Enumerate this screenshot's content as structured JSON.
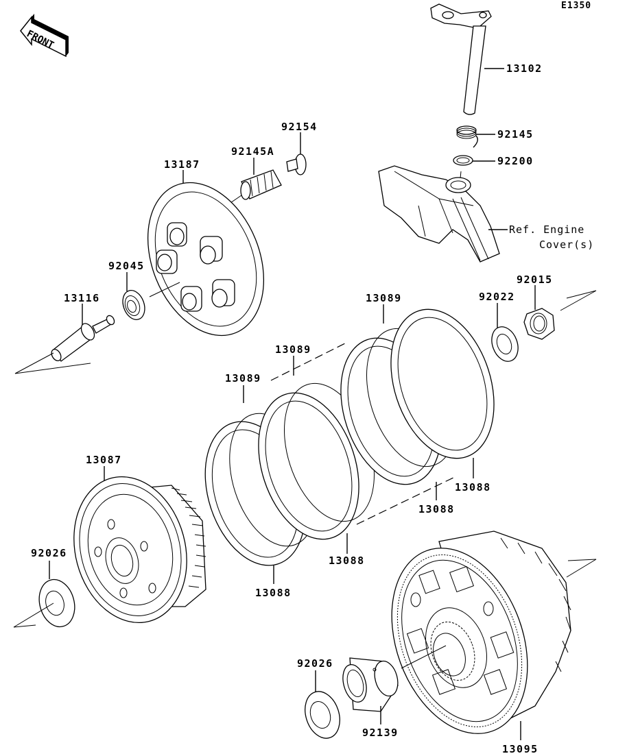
{
  "diagram": {
    "code": "E1350",
    "front_arrow": "FRONT",
    "reference_note": [
      "Ref. Engine",
      "Cover(s)"
    ],
    "parts": [
      {
        "id": "13102",
        "name": "clutch-release-shaft"
      },
      {
        "id": "92145",
        "name": "release-spring"
      },
      {
        "id": "92200",
        "name": "washer"
      },
      {
        "id": "92154",
        "name": "bolt"
      },
      {
        "id": "92145A",
        "name": "clutch-spring"
      },
      {
        "id": "13187",
        "name": "pressure-plate"
      },
      {
        "id": "92045",
        "name": "ball-bearing"
      },
      {
        "id": "13116",
        "name": "pushrod"
      },
      {
        "id": "92015",
        "name": "nut"
      },
      {
        "id": "92022",
        "name": "washer"
      },
      {
        "id": "13089",
        "name": "steel-plate"
      },
      {
        "id": "13088",
        "name": "friction-plate"
      },
      {
        "id": "13087",
        "name": "clutch-hub"
      },
      {
        "id": "92026",
        "name": "washer"
      },
      {
        "id": "13095",
        "name": "clutch-housing"
      },
      {
        "id": "92139",
        "name": "sleeve"
      }
    ],
    "labels": {
      "l13102": "13102",
      "l92145": "92145",
      "l92200": "92200",
      "l92154": "92154",
      "l92145A": "92145A",
      "l13187": "13187",
      "l92045": "92045",
      "l13116": "13116",
      "l92015": "92015",
      "l92022": "92022",
      "l13089a": "13089",
      "l13089b": "13089",
      "l13089c": "13089",
      "l13088a": "13088",
      "l13088b": "13088",
      "l13088c": "13088",
      "l13088d": "13088",
      "l13087": "13087",
      "l92026a": "92026",
      "l92026b": "92026",
      "l92139": "92139",
      "l13095": "13095"
    }
  }
}
